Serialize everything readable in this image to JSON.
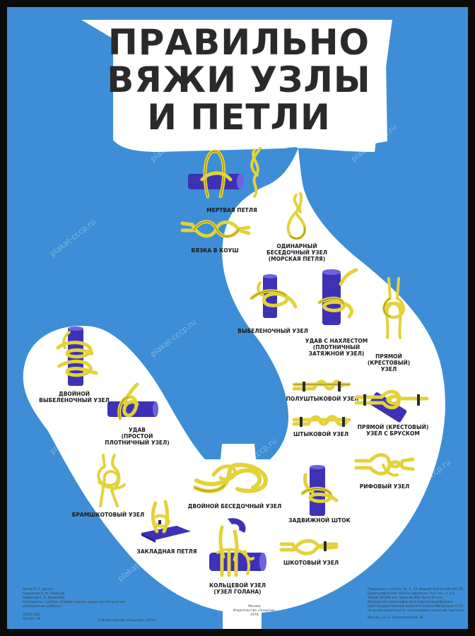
{
  "title": {
    "line1": "ПРАВИЛЬНО",
    "line2": "ВЯЖИ УЗЛЫ",
    "line3": "И ПЕТЛИ"
  },
  "knots": [
    {
      "id": "mertvaya-petlya",
      "label": "МЕРТВАЯ ПЕТЛЯ"
    },
    {
      "id": "vyazka-v-koush",
      "label": "ВЯЗКА В КОУШ"
    },
    {
      "id": "odinarny-besedochny",
      "label": "ОДИНАРНЫЙ\nБЕСЕДОЧНЫЙ УЗЕЛ\n(МОРСКАЯ ПЕТЛЯ)"
    },
    {
      "id": "vybelenochny",
      "label": "ВЫБЕЛЕНОЧНЫЙ УЗЕЛ"
    },
    {
      "id": "udav-s-nakhlestom",
      "label": "УДАВ С НАХЛЕСТОМ\n(ПЛОТНИЧНЫЙ\nЗАТЯЖНОЙ УЗЕЛ)"
    },
    {
      "id": "pryamoy-krestovy",
      "label": "ПРЯМОЙ\n(КРЕСТОВЫЙ)\nУЗЕЛ"
    },
    {
      "id": "dvoynoy-vybelenochny",
      "label": "ДВОЙНОЙ\nВЫБЕЛЕНОЧНЫЙ УЗЕЛ"
    },
    {
      "id": "polushtykovoy",
      "label": "ПОЛУШТЫКОВОЙ УЗЕЛ"
    },
    {
      "id": "pryamoy-s-bruskom",
      "label": "ПРЯМОЙ (КРЕСТОВЫЙ)\nУЗЕЛ С БРУСКОМ"
    },
    {
      "id": "udav-prostoy",
      "label": "УДАВ\n(ПРОСТОЙ\nПЛОТНИЧНЫЙ УЗЕЛ)"
    },
    {
      "id": "shtykovoy",
      "label": "ШТЫКОВОЙ УЗЕЛ"
    },
    {
      "id": "rifovy",
      "label": "РИФОВЫЙ УЗЕЛ"
    },
    {
      "id": "dvoynoy-besedochny",
      "label": "ДВОЙНОЙ БЕСЕДОЧНЫЙ УЗЕЛ"
    },
    {
      "id": "bramshkotovy",
      "label": "БРАМШКОТОВЫЙ УЗЕЛ"
    },
    {
      "id": "zadvizhnoy-shtok",
      "label": "ЗАДВИЖНОЙ ШТОК"
    },
    {
      "id": "zakladnaya-petlya",
      "label": "ЗАКЛАДНАЯ ПЕТЛЯ"
    },
    {
      "id": "shkotovy",
      "label": "ШКОТОВЫЙ УЗЕЛ"
    },
    {
      "id": "koltsevoy",
      "label": "КОЛЬЦЕВОЙ УЗЕЛ\n(УЗЕЛ ГОЛАНА)"
    }
  ],
  "credits": {
    "left": "Автор П. А. Долин\nХудожник Н. Ф. Смирнов\nРедактор С. Б. Фомичёва\nСоставлено с учётом «Правил охраны труда при погрузочно-\nразгрузочных работах»",
    "left_codes": "70105-262\n051(01)-78",
    "center": "Москва\nИздательство «Энергия»\n1978",
    "copyright": "© Издательство «Энергия», 1978 г.",
    "right": "Подписано к печати 30. X. 78. Формат бумаги 60×90 1/8\nБумага офсетная. Печать офсетная. Усл. печ. л. 0,5\nТираж 70 000 экз. Заказ № 403. Цена 25 коп.\nМосковская типография № 4 Союзполиграфпрома\nпри Государственном комитете Совета Министров СССР\nпо делам издательств, полиграфии и книжной торговли",
    "right_address": "Москва, ул. Б. Переяславская, 46"
  },
  "watermark": "plakat-cccp.ru",
  "colors": {
    "background": "#3d8ed6",
    "silhouette": "#ffffff",
    "rope": "#e3d23a",
    "post": "#3e31b5",
    "title": "#2a2a2a"
  }
}
